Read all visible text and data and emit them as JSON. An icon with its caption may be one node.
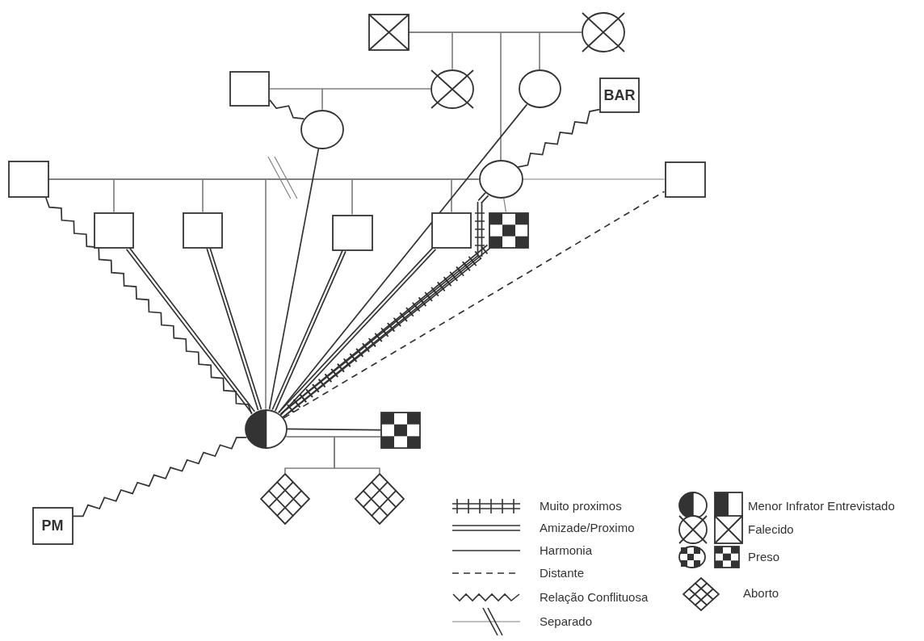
{
  "diagram": {
    "nodes": [
      {
        "text": [],
        "shape": "box"
      },
      {
        "text": [],
        "shape": "circle"
      },
      {
        "text": [],
        "shape": "box"
      },
      {
        "text": [],
        "shape": "circle"
      },
      {
        "text": [],
        "shape": "circle"
      },
      {
        "text": [
          "BAR"
        ]
      },
      {
        "text": [],
        "shape": "circle"
      },
      {
        "text": [],
        "shape": "box"
      },
      {
        "text": [],
        "shape": "circle"
      },
      {
        "text": [],
        "shape": "box"
      },
      {
        "text": [],
        "shape": "box"
      },
      {
        "text": [],
        "shape": "box"
      },
      {
        "text": [],
        "shape": "box"
      },
      {
        "text": [],
        "shape": "box"
      },
      {
        "text": [],
        "shape": "box"
      },
      {
        "text": [],
        "shape": "circle"
      },
      {
        "text": [],
        "shape": "box"
      },
      {
        "text": [],
        "shape": "diamond"
      },
      {
        "text": [],
        "shape": "diamond"
      },
      {
        "text": [
          "PM"
        ]
      }
    ],
    "edges": [
      {
        "from": 0,
        "to": 1,
        "arrow": "none"
      },
      {
        "from": 0,
        "to": 3,
        "arrow": "none"
      },
      {
        "from": 1,
        "to": 3,
        "arrow": "none"
      },
      {
        "from": 0,
        "to": 4,
        "arrow": "none"
      },
      {
        "from": 1,
        "to": 4,
        "arrow": "none"
      },
      {
        "from": 0,
        "to": 8,
        "arrow": "none"
      },
      {
        "from": 1,
        "to": 8,
        "arrow": "none"
      },
      {
        "from": 2,
        "to": 3,
        "arrow": "none"
      },
      {
        "from": 2,
        "to": 6,
        "arrow": "none"
      },
      {
        "from": 3,
        "to": 6,
        "arrow": "none"
      },
      {
        "from": 7,
        "to": 8,
        "arrow": "none"
      },
      {
        "from": 8,
        "to": 9,
        "arrow": "none"
      },
      {
        "from": 7,
        "to": 10,
        "arrow": "none"
      },
      {
        "from": 8,
        "to": 10,
        "arrow": "none"
      },
      {
        "from": 7,
        "to": 11,
        "arrow": "none"
      },
      {
        "from": 8,
        "to": 11,
        "arrow": "none"
      },
      {
        "from": 7,
        "to": 15,
        "arrow": "none"
      },
      {
        "from": 8,
        "to": 15,
        "arrow": "none"
      },
      {
        "from": 7,
        "to": 12,
        "arrow": "none"
      },
      {
        "from": 8,
        "to": 12,
        "arrow": "none"
      },
      {
        "from": 7,
        "to": 13,
        "arrow": "none"
      },
      {
        "from": 8,
        "to": 13,
        "arrow": "none"
      },
      {
        "from": 8,
        "to": 14,
        "arrow": "none"
      },
      {
        "from": 15,
        "to": 16,
        "arrow": "none"
      },
      {
        "from": 15,
        "to": 17,
        "arrow": "none"
      },
      {
        "from": 16,
        "to": 17,
        "arrow": "none"
      },
      {
        "from": 15,
        "to": 18,
        "arrow": "none"
      },
      {
        "from": 16,
        "to": 18,
        "arrow": "none"
      },
      {
        "from": 2,
        "to": 6,
        "arrow": "none",
        "color": "#333333"
      },
      {
        "from": 5,
        "to": 8,
        "arrow": "none",
        "color": "#333333"
      },
      {
        "from": 15,
        "to": 7,
        "arrow": "none",
        "color": "#333333"
      },
      {
        "from": 15,
        "to": 10,
        "arrow": "none",
        "color": "#333333"
      },
      {
        "from": 15,
        "to": 11,
        "arrow": "none",
        "color": "#333333"
      },
      {
        "from": 15,
        "to": 6,
        "arrow": "none",
        "color": "#333333"
      },
      {
        "from": 15,
        "to": 12,
        "arrow": "none",
        "color": "#333333"
      },
      {
        "from": 15,
        "to": 4,
        "arrow": "none",
        "color": "#333333"
      },
      {
        "from": 15,
        "to": 13,
        "arrow": "none",
        "color": "#333333"
      },
      {
        "from": 15,
        "to": 8,
        "arrow": "none",
        "color": "#333333"
      },
      {
        "from": 15,
        "to": 14,
        "arrow": "none",
        "color": "#333333"
      },
      {
        "from": 15,
        "to": 9,
        "arrow": "none",
        "style": "dashed",
        "color": "#333333"
      },
      {
        "from": 15,
        "to": 16,
        "arrow": "none",
        "color": "#333333"
      },
      {
        "from": 15,
        "to": 19,
        "arrow": "none",
        "color": "#333333"
      }
    ],
    "legend": [
      {
        "text": "Muito proximos"
      },
      {
        "text": "Amizade/Proximo"
      },
      {
        "text": "Harmonia"
      },
      {
        "text": "Distante"
      },
      {
        "text": "Relação Conflituosa"
      },
      {
        "text": "Separado"
      },
      {
        "text": "Menor Infrator Entrevistado"
      },
      {
        "text": "Falecido"
      },
      {
        "text": "Preso"
      },
      {
        "text": "Aborto"
      }
    ]
  }
}
